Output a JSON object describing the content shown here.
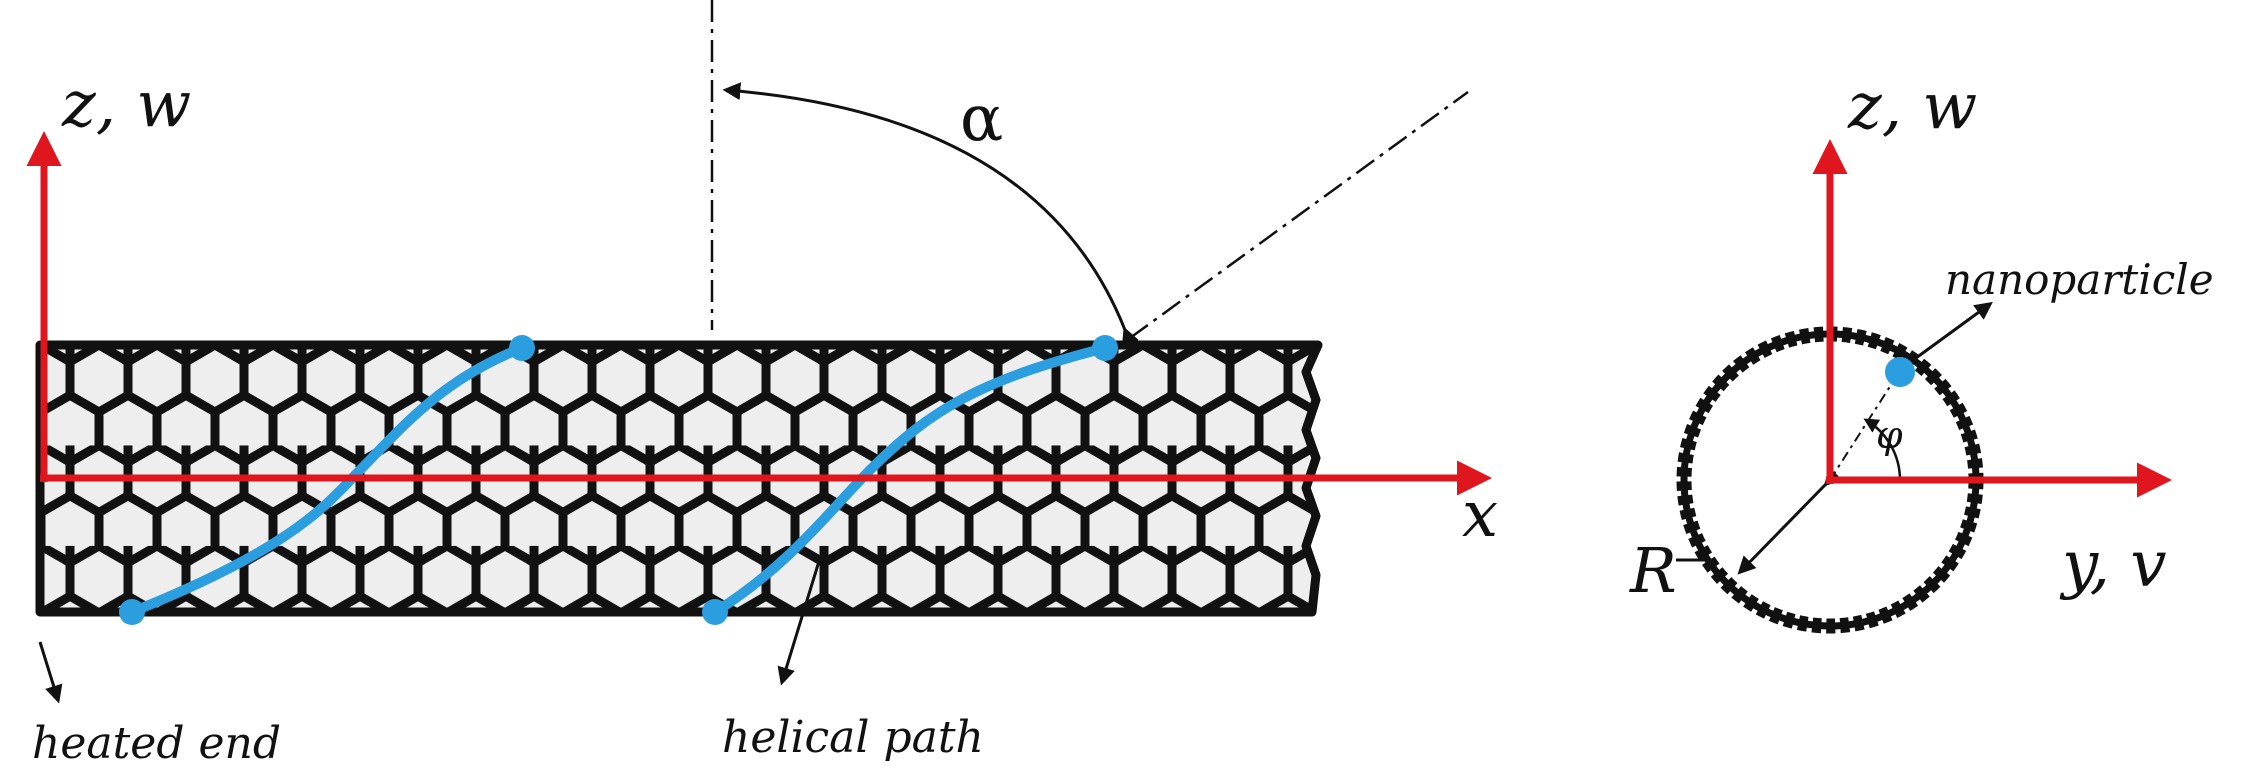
{
  "side_view": {
    "z_axis_label": "z, w",
    "x_axis_label": "x",
    "angle_label": "α",
    "heated_end_label": "heated end",
    "helical_path_label": "helical path"
  },
  "cross_section": {
    "z_axis_label": "z, w",
    "y_axis_label": "y, v",
    "radius_label": "R",
    "angle_label": "φ",
    "nanoparticle_label": "nanoparticle"
  },
  "colors": {
    "axis": "#e0161e",
    "path": "#2b9ee0",
    "lattice": "#111111",
    "tube_fill": "#eeeeee"
  }
}
